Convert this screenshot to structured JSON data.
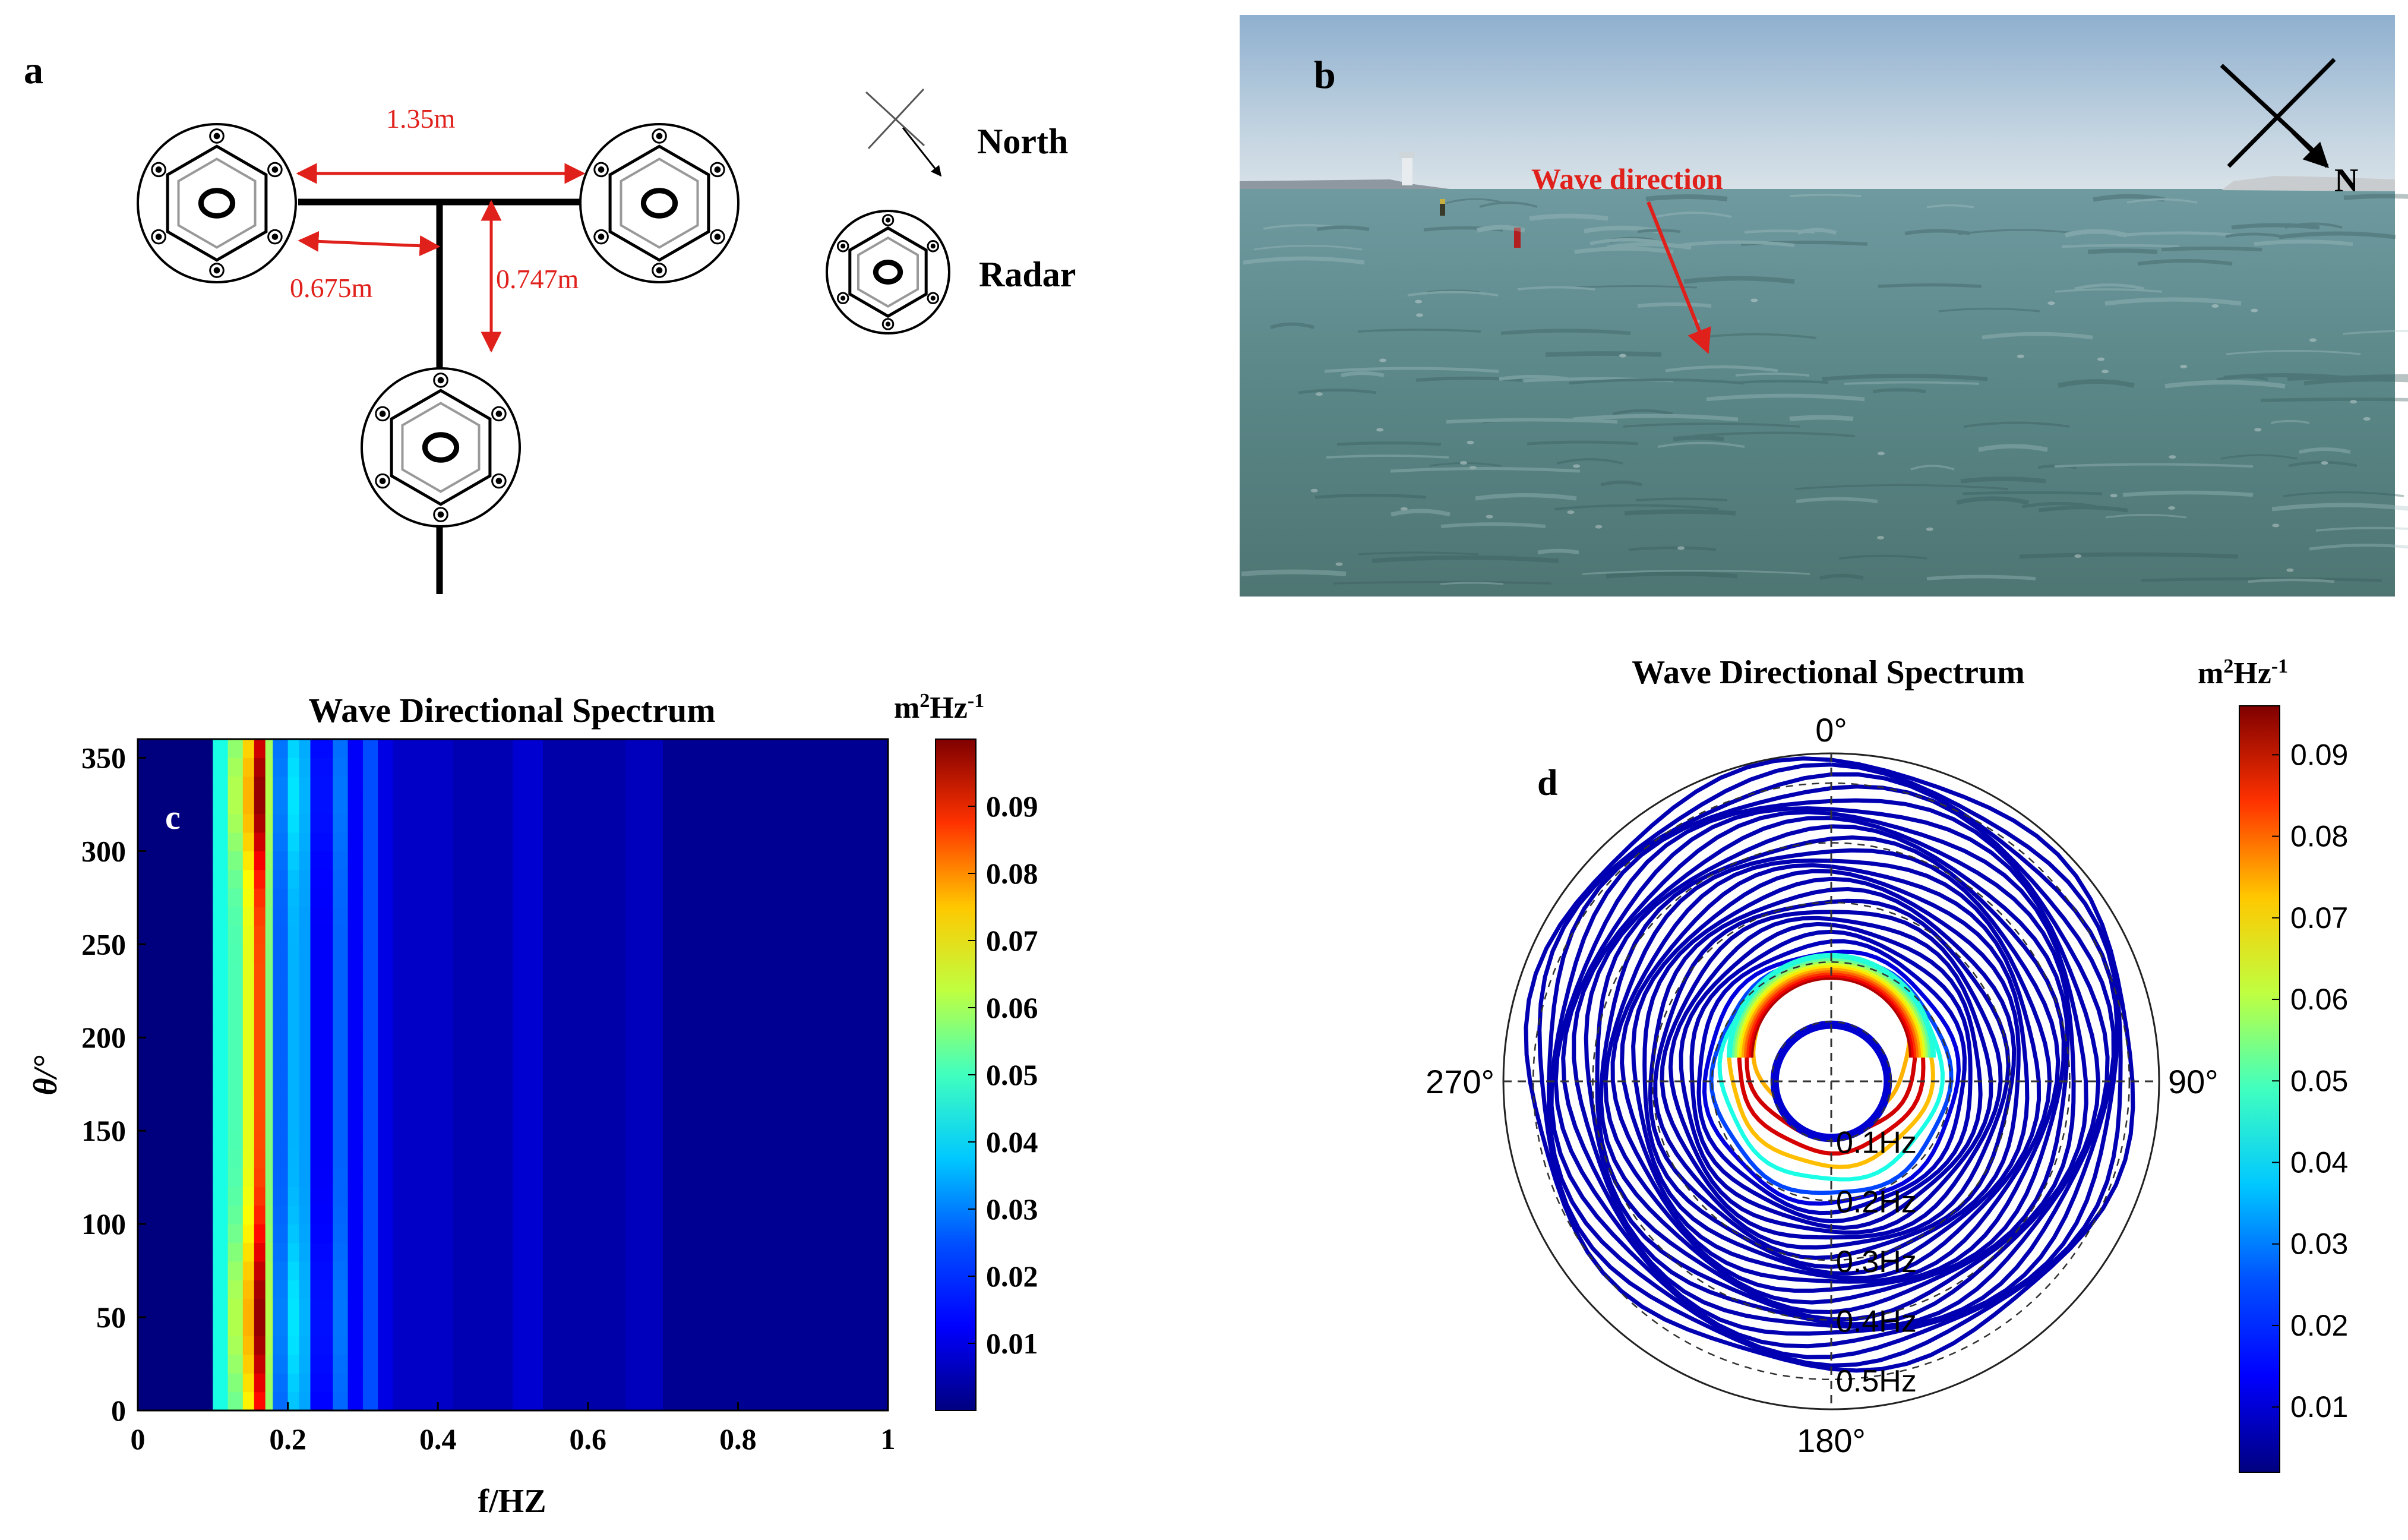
{
  "panels": {
    "a": {
      "letter": "a",
      "dim_long": "1.35m",
      "dim_half": "0.675m",
      "dim_vert": "0.747m",
      "legend_north": "North",
      "legend_radar": "Radar"
    },
    "b": {
      "letter": "b",
      "wave_label": "Wave direction",
      "north_label": "N"
    },
    "c": {
      "letter": "c"
    },
    "d": {
      "letter": "d"
    }
  },
  "colors": {
    "dimension_red": "#e0201b",
    "jet": [
      "#00007f",
      "#0000ff",
      "#007fff",
      "#00ffff",
      "#7fff7f",
      "#ffff00",
      "#ff7f00",
      "#ff0000",
      "#7f0000"
    ]
  },
  "chart_data": [
    {
      "type": "heatmap",
      "panel": "c",
      "title": "Wave Directional Spectrum",
      "xlabel": "f/HZ",
      "ylabel": "θ/°",
      "xlim": [
        0,
        1
      ],
      "ylim": [
        0,
        360
      ],
      "xticks": [
        0,
        0.2,
        0.4,
        0.6,
        0.8,
        1
      ],
      "xtick_labels": [
        "0",
        "0.2",
        "0.4",
        "0.6",
        "0.8",
        "1"
      ],
      "yticks": [
        0,
        50,
        100,
        150,
        200,
        250,
        300,
        350
      ],
      "ytick_labels": [
        "0",
        "50",
        "100",
        "150",
        "200",
        "250",
        "300",
        "350"
      ],
      "colorbar_label": "m²Hz⁻¹",
      "colorbar_unit_base": "m",
      "colorbar_unit_exp1": "2",
      "colorbar_unit_mid": "Hz",
      "colorbar_unit_exp2": "-1",
      "colorbar_range": [
        0,
        0.1
      ],
      "colorbar_ticks": [
        0.01,
        0.02,
        0.03,
        0.04,
        0.05,
        0.06,
        0.07,
        0.08,
        0.09
      ],
      "colorbar_tick_labels": [
        "0.01",
        "0.02",
        "0.03",
        "0.04",
        "0.05",
        "0.06",
        "0.07",
        "0.08",
        "0.09"
      ],
      "frequency_bands": [
        {
          "f0": 0.0,
          "f1": 0.1,
          "low": 0.0,
          "high": 0.0
        },
        {
          "f0": 0.1,
          "f1": 0.12,
          "low": 0.04,
          "high": 0.04
        },
        {
          "f0": 0.12,
          "f1": 0.14,
          "low": 0.045,
          "high": 0.055
        },
        {
          "f0": 0.14,
          "f1": 0.155,
          "low": 0.06,
          "high": 0.07
        },
        {
          "f0": 0.155,
          "f1": 0.17,
          "low": 0.08,
          "high": 0.098
        },
        {
          "f0": 0.17,
          "f1": 0.18,
          "low": 0.05,
          "high": 0.055
        },
        {
          "f0": 0.18,
          "f1": 0.2,
          "low": 0.022,
          "high": 0.025
        },
        {
          "f0": 0.2,
          "f1": 0.215,
          "low": 0.03,
          "high": 0.035
        },
        {
          "f0": 0.215,
          "f1": 0.23,
          "low": 0.028,
          "high": 0.03
        },
        {
          "f0": 0.23,
          "f1": 0.26,
          "low": 0.012,
          "high": 0.014
        },
        {
          "f0": 0.26,
          "f1": 0.28,
          "low": 0.022,
          "high": 0.024
        },
        {
          "f0": 0.28,
          "f1": 0.3,
          "low": 0.012,
          "high": 0.012
        },
        {
          "f0": 0.3,
          "f1": 0.32,
          "low": 0.02,
          "high": 0.02
        },
        {
          "f0": 0.32,
          "f1": 0.34,
          "low": 0.01,
          "high": 0.01
        },
        {
          "f0": 0.34,
          "f1": 0.42,
          "low": 0.007,
          "high": 0.007
        },
        {
          "f0": 0.42,
          "f1": 0.5,
          "low": 0.005,
          "high": 0.005
        },
        {
          "f0": 0.5,
          "f1": 0.54,
          "low": 0.008,
          "high": 0.008
        },
        {
          "f0": 0.54,
          "f1": 0.65,
          "low": 0.004,
          "high": 0.004
        },
        {
          "f0": 0.65,
          "f1": 0.7,
          "low": 0.006,
          "high": 0.006
        },
        {
          "f0": 0.7,
          "f1": 1.0,
          "low": 0.002,
          "high": 0.002
        }
      ]
    },
    {
      "type": "polar-contour",
      "panel": "d",
      "title": "Wave Directional Spectrum",
      "angle_labels": [
        "0°",
        "90°",
        "180°",
        "270°"
      ],
      "radial_labels": [
        "0.1Hz",
        "0.2Hz",
        "0.3Hz",
        "0.4Hz",
        "0.5Hz"
      ],
      "radial_values": [
        0.1,
        0.2,
        0.3,
        0.4,
        0.5
      ],
      "rmax": 0.55,
      "peak_frequency": 0.15,
      "peak_direction_deg": 0,
      "colorbar_unit_base": "m",
      "colorbar_unit_exp1": "2",
      "colorbar_unit_mid": "Hz",
      "colorbar_unit_exp2": "-1",
      "colorbar_range": [
        0.002,
        0.096
      ],
      "colorbar_ticks": [
        0.01,
        0.02,
        0.03,
        0.04,
        0.05,
        0.06,
        0.07,
        0.08,
        0.09
      ],
      "colorbar_tick_labels": [
        "0.01",
        "0.02",
        "0.03",
        "0.04",
        "0.05",
        "0.06",
        "0.07",
        "0.08",
        "0.09"
      ]
    }
  ]
}
